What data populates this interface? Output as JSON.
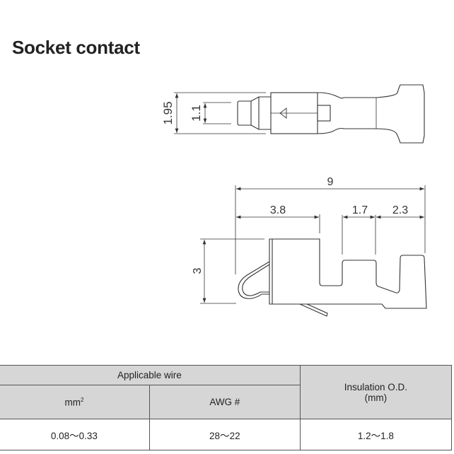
{
  "title": "Socket contact",
  "top_view": {
    "dim_outer": "1.95",
    "dim_inner": "1.1"
  },
  "side_view": {
    "dim_total": "9",
    "dim_front": "3.8",
    "dim_mid": "1.7",
    "dim_rear": "2.3",
    "dim_height": "3"
  },
  "table": {
    "group_header": "Applicable wire",
    "col_mm": "mm",
    "col_mm_sup": "2",
    "col_awg": "AWG #",
    "col_insulation_line1": "Insulation O.D.",
    "col_insulation_line2": "(mm)",
    "rows": [
      {
        "mm": "0.08～0.33",
        "awg": "28～22",
        "insulation": "1.2～1.8"
      }
    ]
  }
}
